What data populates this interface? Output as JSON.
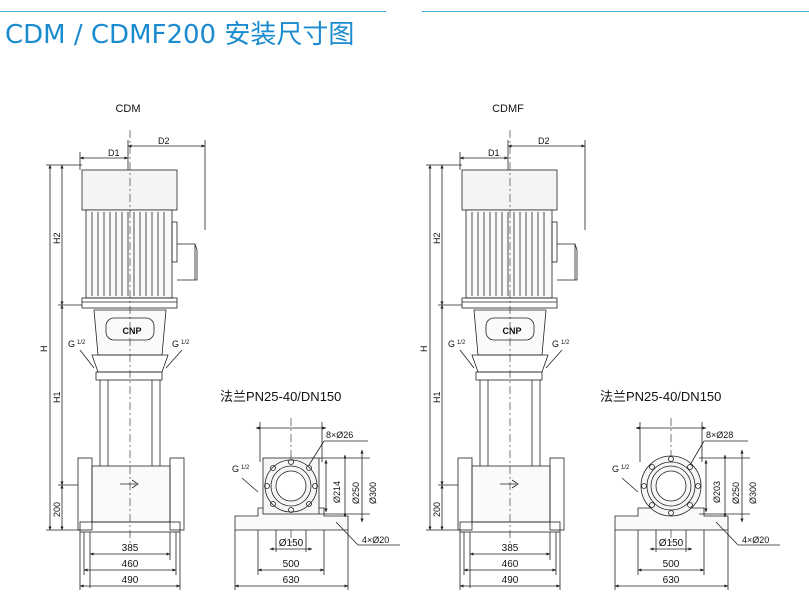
{
  "title": "CDM / CDMF200 安装尺寸图",
  "colors": {
    "title": "#1b8bd0",
    "rule": "#4aa7d6",
    "line": "#222222"
  },
  "views": [
    {
      "model": "CDM",
      "D1": "D1",
      "D2": "D2",
      "H": "H",
      "H1": "H1",
      "H2": "H2",
      "G": "G",
      "G_frac": "1/2",
      "brand": "CNP",
      "base_h": "200",
      "dims_bottom": [
        "385",
        "460",
        "490"
      ],
      "flange_title": "法兰PN25-40/DN150",
      "bolt_holes": "8×Ø26",
      "pcd_inner": "Ø214",
      "pcd_mid": "Ø250",
      "pcd_outer": "Ø300",
      "bore": "Ø150",
      "base_holes": "4×Ø20",
      "base_w1": "500",
      "base_w2": "630"
    },
    {
      "model": "CDMF",
      "D1": "D1",
      "D2": "D2",
      "H": "H",
      "H1": "H1",
      "H2": "H2",
      "G": "G",
      "G_frac": "1/2",
      "brand": "CNP",
      "base_h": "200",
      "dims_bottom": [
        "385",
        "460",
        "490"
      ],
      "flange_title": "法兰PN25-40/DN150",
      "bolt_holes": "8×Ø28",
      "pcd_inner": "Ø203",
      "pcd_mid": "Ø250",
      "pcd_outer": "Ø300",
      "bore": "Ø150",
      "base_holes": "4×Ø20",
      "base_w1": "500",
      "base_w2": "630"
    }
  ]
}
